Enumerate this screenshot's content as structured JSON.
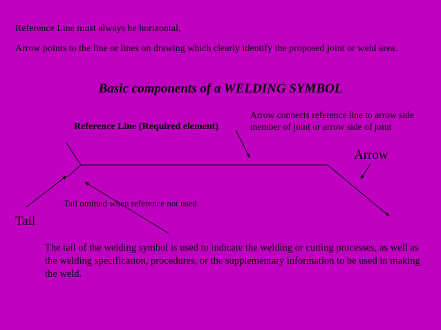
{
  "notes": {
    "horizontal": "Reference Line must always be horizontal,",
    "arrow_points": "Arrow points to the line or lines on drawing which clearly identify the proposed joint or weld area."
  },
  "title": "Basic components  of a WELDING SYMBOL",
  "labels": {
    "reference_line": "Reference Line (Required element)",
    "arrow_connects": "Arrow connects reference line to arrow side member of joint or arrow side of joint",
    "arrow": "Arrow",
    "tail": "Tail",
    "tail_omitted": "Tail omitted when reference not used"
  },
  "tail_description": "The tail of the welding symbol is used to indicate the welding or cutting processes, as well as the welding specification, procedures, or the supplementary information to be used in making the weld.",
  "colors": {
    "background": "#c000c0",
    "ink": "#000000"
  }
}
